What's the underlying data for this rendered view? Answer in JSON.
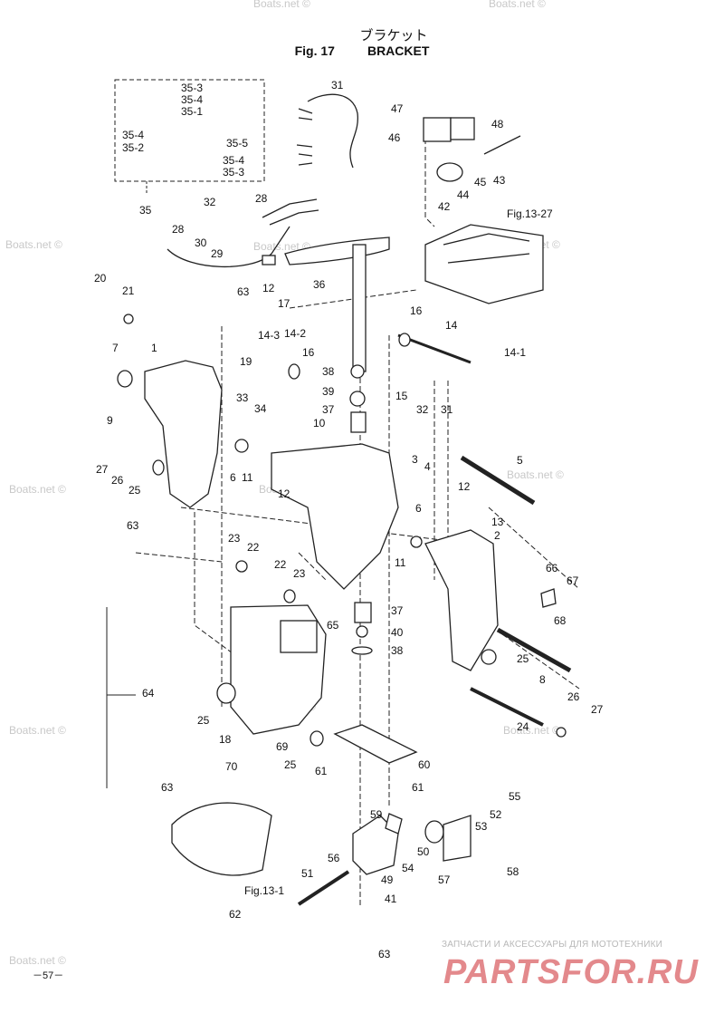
{
  "header": {
    "title_jp": "ブラケット",
    "fig_label": "Fig. 17",
    "fig_title": "BRACKET"
  },
  "page_number": "－57－",
  "watermark_text": "Boats.net ©",
  "shop": {
    "tagline": "ЗАПЧАСТИ И АКСЕССУАРЫ ДЛЯ МОТОТЕХНИКИ",
    "logo": "PARTSFOR.RU",
    "color": "#e3898c"
  },
  "references": {
    "fig13_27": "Fig.13-27",
    "fig13_1": "Fig.13-1"
  },
  "callouts": [
    "35-3",
    "35-4",
    "35-1",
    "35-4",
    "35-2",
    "35-5",
    "35-4",
    "35-3",
    "35",
    "31",
    "47",
    "48",
    "46",
    "45",
    "44",
    "43",
    "42",
    "32",
    "28",
    "28",
    "30",
    "29",
    "36",
    "20",
    "21",
    "63",
    "12",
    "17",
    "14-3",
    "14-2",
    "16",
    "16",
    "14",
    "14-1",
    "7",
    "1",
    "19",
    "38",
    "39",
    "15",
    "32",
    "31",
    "33",
    "34",
    "37",
    "10",
    "9",
    "3",
    "4",
    "5",
    "27",
    "26",
    "25",
    "6",
    "11",
    "12",
    "12",
    "13",
    "63",
    "23",
    "22",
    "6",
    "11",
    "2",
    "22",
    "23",
    "66",
    "67",
    "65",
    "37",
    "68",
    "40",
    "38",
    "25",
    "8",
    "64",
    "26",
    "27",
    "25",
    "24",
    "18",
    "69",
    "25",
    "70",
    "61",
    "60",
    "61",
    "63",
    "55",
    "52",
    "59",
    "53",
    "56",
    "50",
    "58",
    "51",
    "54",
    "49",
    "57",
    "41",
    "62",
    "63"
  ]
}
